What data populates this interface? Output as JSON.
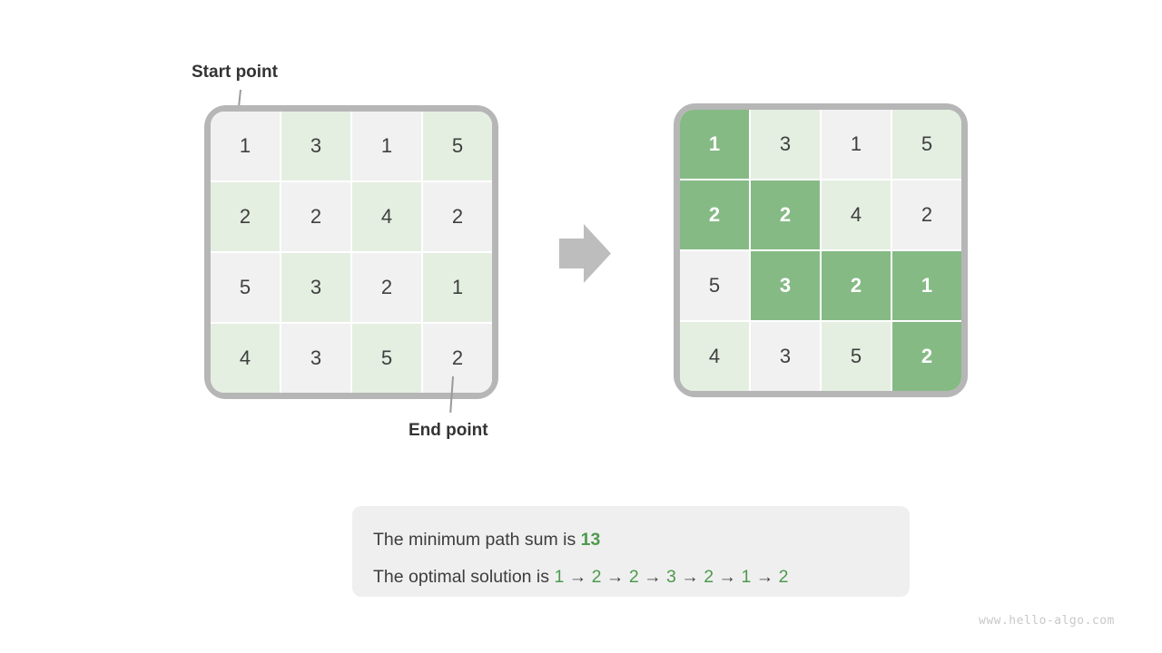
{
  "labels": {
    "start": "Start point",
    "end": "End point"
  },
  "grids": {
    "rows": 4,
    "cols": 4,
    "values": [
      [
        1,
        3,
        1,
        5
      ],
      [
        2,
        2,
        4,
        2
      ],
      [
        5,
        3,
        2,
        1
      ],
      [
        4,
        3,
        5,
        2
      ]
    ],
    "path_cells": [
      [
        0,
        0
      ],
      [
        1,
        0
      ],
      [
        1,
        1
      ],
      [
        2,
        1
      ],
      [
        2,
        2
      ],
      [
        2,
        3
      ],
      [
        3,
        3
      ]
    ]
  },
  "result_box": {
    "line1_prefix": "The minimum path sum is ",
    "sum_value": "13",
    "line2_prefix": "The optimal solution is ",
    "solution": [
      "1",
      "2",
      "2",
      "3",
      "2",
      "1",
      "2"
    ],
    "separator": "→"
  },
  "icons": {
    "arrow": "arrow-right-icon"
  },
  "colors": {
    "cell_gray": "#f1f1f1",
    "cell_light_green": "#e4efe1",
    "path_green": "#86ba85",
    "frame_gray": "#b6b6b6",
    "arrow_gray": "#bdbdbd",
    "text_dark": "#3d3d3d",
    "text_green": "#4d9a4d",
    "box_bg": "#efefef"
  },
  "watermark": "www.hello-algo.com"
}
